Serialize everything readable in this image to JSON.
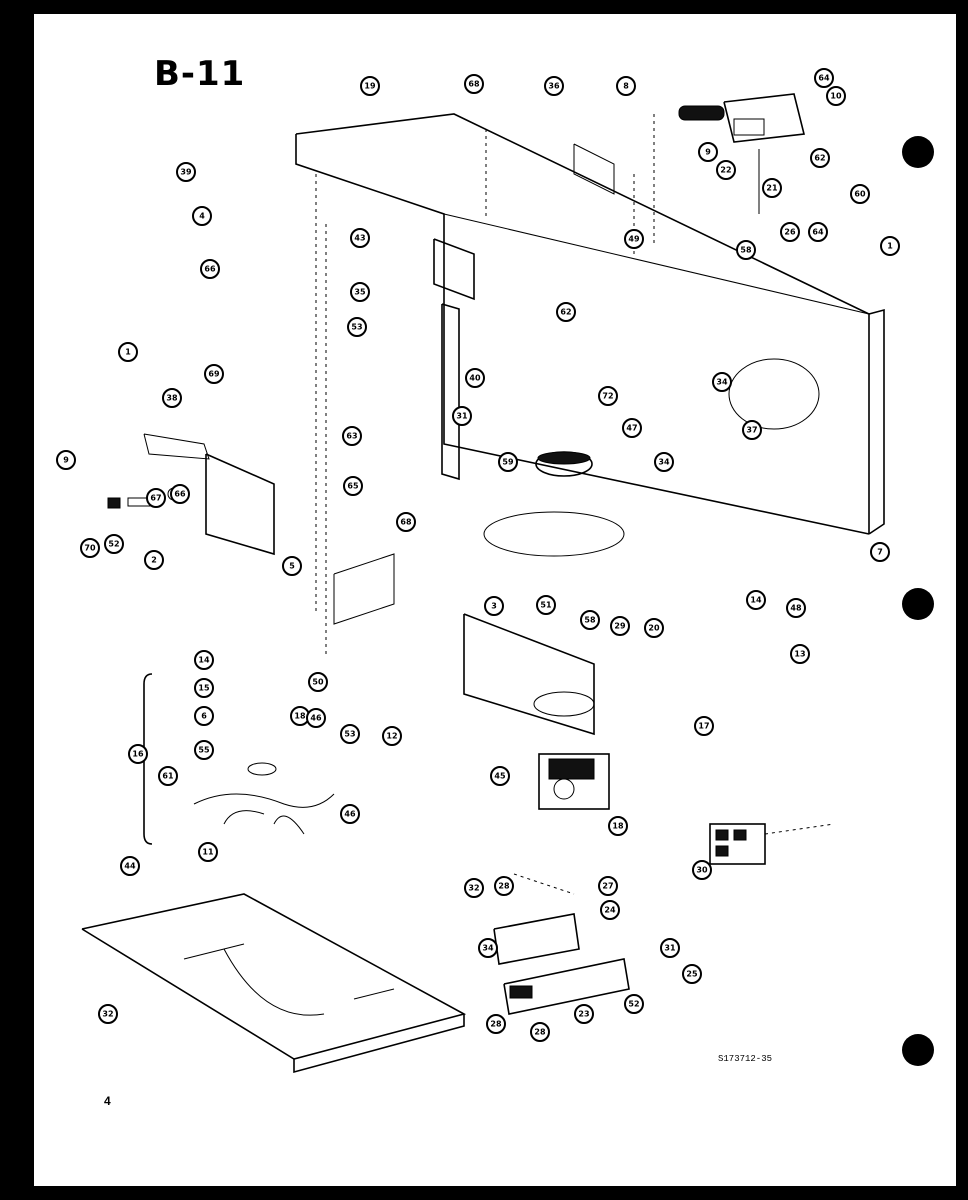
{
  "header": {
    "title": "B-11"
  },
  "footer": {
    "page_number": "4",
    "drawing_code": "S173712-35"
  },
  "callouts": [
    {
      "id": "c1",
      "label": "19"
    },
    {
      "id": "c2",
      "label": "68"
    },
    {
      "id": "c3",
      "label": "36"
    },
    {
      "id": "c4",
      "label": "8"
    },
    {
      "id": "c5",
      "label": "64"
    },
    {
      "id": "c6",
      "label": "10"
    },
    {
      "id": "c7",
      "label": "9"
    },
    {
      "id": "c8",
      "label": "62"
    },
    {
      "id": "c9",
      "label": "22"
    },
    {
      "id": "c10",
      "label": "21"
    },
    {
      "id": "c11",
      "label": "39"
    },
    {
      "id": "c12",
      "label": "60"
    },
    {
      "id": "c13",
      "label": "4"
    },
    {
      "id": "c14",
      "label": "49"
    },
    {
      "id": "c15",
      "label": "43"
    },
    {
      "id": "c16",
      "label": "26"
    },
    {
      "id": "c17",
      "label": "64"
    },
    {
      "id": "c18",
      "label": "1"
    },
    {
      "id": "c19",
      "label": "58"
    },
    {
      "id": "c20",
      "label": "66"
    },
    {
      "id": "c21",
      "label": "35"
    },
    {
      "id": "c22",
      "label": "62"
    },
    {
      "id": "c23",
      "label": "1"
    },
    {
      "id": "c24",
      "label": "53"
    },
    {
      "id": "c25",
      "label": "69"
    },
    {
      "id": "c26",
      "label": "40"
    },
    {
      "id": "c27",
      "label": "34"
    },
    {
      "id": "c28",
      "label": "72"
    },
    {
      "id": "c29",
      "label": "38"
    },
    {
      "id": "c30",
      "label": "31"
    },
    {
      "id": "c31",
      "label": "47"
    },
    {
      "id": "c32",
      "label": "37"
    },
    {
      "id": "c33",
      "label": "63"
    },
    {
      "id": "c34",
      "label": "9"
    },
    {
      "id": "c35",
      "label": "59"
    },
    {
      "id": "c36",
      "label": "34"
    },
    {
      "id": "c37",
      "label": "66"
    },
    {
      "id": "c38",
      "label": "65"
    },
    {
      "id": "c39",
      "label": "67"
    },
    {
      "id": "c40",
      "label": "68"
    },
    {
      "id": "c41",
      "label": "70"
    },
    {
      "id": "c42",
      "label": "52"
    },
    {
      "id": "c43",
      "label": "5"
    },
    {
      "id": "c44",
      "label": "7"
    },
    {
      "id": "c45",
      "label": "2"
    },
    {
      "id": "c46",
      "label": "14"
    },
    {
      "id": "c47",
      "label": "48"
    },
    {
      "id": "c48",
      "label": "3"
    },
    {
      "id": "c49",
      "label": "13"
    },
    {
      "id": "c50",
      "label": "14"
    },
    {
      "id": "c51",
      "label": "15"
    },
    {
      "id": "c52",
      "label": "6"
    },
    {
      "id": "c53",
      "label": "50"
    },
    {
      "id": "c54",
      "label": "58"
    },
    {
      "id": "c55",
      "label": "51"
    },
    {
      "id": "c56",
      "label": "29"
    },
    {
      "id": "c57",
      "label": "20"
    },
    {
      "id": "c58",
      "label": "18"
    },
    {
      "id": "c59",
      "label": "46"
    },
    {
      "id": "c60",
      "label": "53"
    },
    {
      "id": "c61",
      "label": "12"
    },
    {
      "id": "c62",
      "label": "16"
    },
    {
      "id": "c63",
      "label": "55"
    },
    {
      "id": "c64",
      "label": "17"
    },
    {
      "id": "c65",
      "label": "61"
    },
    {
      "id": "c66",
      "label": "45"
    },
    {
      "id": "c67",
      "label": "46"
    },
    {
      "id": "c68",
      "label": "18"
    },
    {
      "id": "c69",
      "label": "11"
    },
    {
      "id": "c70",
      "label": "44"
    },
    {
      "id": "c71",
      "label": "30"
    },
    {
      "id": "c72",
      "label": "32"
    },
    {
      "id": "c73",
      "label": "28"
    },
    {
      "id": "c74",
      "label": "27"
    },
    {
      "id": "c75",
      "label": "24"
    },
    {
      "id": "c76",
      "label": "34"
    },
    {
      "id": "c77",
      "label": "31"
    },
    {
      "id": "c78",
      "label": "25"
    },
    {
      "id": "c79",
      "label": "52"
    },
    {
      "id": "c80",
      "label": "32"
    },
    {
      "id": "c81",
      "label": "28"
    },
    {
      "id": "c82",
      "label": "28"
    },
    {
      "id": "c83",
      "label": "23"
    }
  ]
}
